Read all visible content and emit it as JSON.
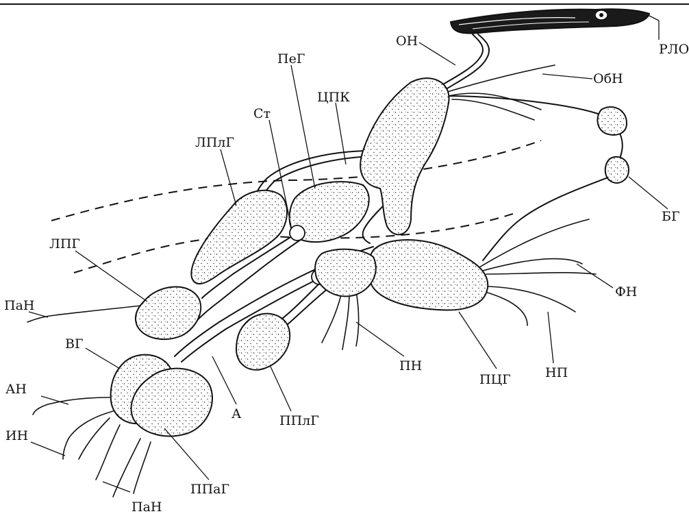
{
  "labels": {
    "RLO": "РЛО",
    "ON": "ОН",
    "ObN": "ОбН",
    "PeG": "ПеГ",
    "TsPK": "ЦПК",
    "St": "Ст",
    "LPlG": "ЛПлГ",
    "LPG": "ЛПГ",
    "BG": "БГ",
    "FN": "ФН",
    "PaN_top": "ПаН",
    "VG": "ВГ",
    "AN": "АН",
    "IN": "ИН",
    "PaN_bottom": "ПаН",
    "PPaG": "ППаГ",
    "A": "А",
    "PPlG": "ППлГ",
    "PN": "ПН",
    "PTsG": "ПЦГ",
    "NP": "НП"
  }
}
